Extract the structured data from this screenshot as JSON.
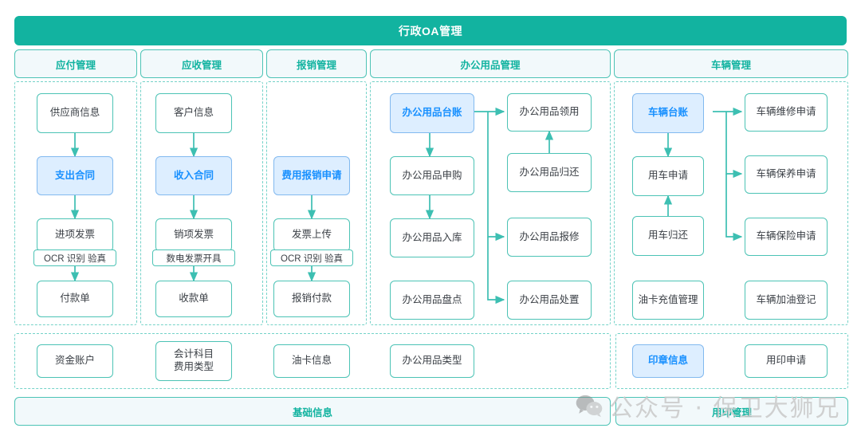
{
  "header": {
    "title": "行政OA管理"
  },
  "tabs": [
    {
      "label": "应付管理"
    },
    {
      "label": "应收管理"
    },
    {
      "label": "报销管理"
    },
    {
      "label": "办公用品管理"
    },
    {
      "label": "车辆管理"
    }
  ],
  "columns": {
    "payable": {
      "nodes": [
        {
          "label": "供应商信息",
          "highlight": false
        },
        {
          "label": "支出合同",
          "highlight": true
        },
        {
          "label": "进项发票",
          "highlight": false
        },
        {
          "label": "付款单",
          "highlight": false
        }
      ],
      "sublabel": "OCR 识别 验真"
    },
    "receivable": {
      "nodes": [
        {
          "label": "客户信息",
          "highlight": false
        },
        {
          "label": "收入合同",
          "highlight": true
        },
        {
          "label": "销项发票",
          "highlight": false
        },
        {
          "label": "收款单",
          "highlight": false
        }
      ],
      "sublabel": "数电发票开具"
    },
    "reimbursement": {
      "nodes": [
        {
          "label": "费用报销申请",
          "highlight": true
        },
        {
          "label": "发票上传",
          "highlight": false
        },
        {
          "label": "报销付款",
          "highlight": false
        }
      ],
      "sublabel": "OCR 识别 验真"
    },
    "office_supplies": {
      "left_nodes": [
        {
          "label": "办公用品台账",
          "highlight": true
        },
        {
          "label": "办公用品申购",
          "highlight": false
        },
        {
          "label": "办公用品入库",
          "highlight": false
        },
        {
          "label": "办公用品盘点",
          "highlight": false
        }
      ],
      "right_nodes": [
        {
          "label": "办公用品领用",
          "highlight": false
        },
        {
          "label": "办公用品归还",
          "highlight": false
        },
        {
          "label": "办公用品报修",
          "highlight": false
        },
        {
          "label": "办公用品处置",
          "highlight": false
        }
      ]
    },
    "vehicle": {
      "left_nodes": [
        {
          "label": "车辆台账",
          "highlight": true
        },
        {
          "label": "用车申请",
          "highlight": false
        },
        {
          "label": "用车归还",
          "highlight": false
        },
        {
          "label": "油卡充值管理",
          "highlight": false
        }
      ],
      "right_nodes": [
        {
          "label": "车辆维修申请",
          "highlight": false
        },
        {
          "label": "车辆保养申请",
          "highlight": false
        },
        {
          "label": "车辆保险申请",
          "highlight": false
        },
        {
          "label": "车辆加油登记",
          "highlight": false
        }
      ]
    }
  },
  "basics": {
    "nodes": [
      {
        "label": "资金账户",
        "line2": "",
        "highlight": false
      },
      {
        "label": "会计科目",
        "line2": "费用类型",
        "highlight": false
      },
      {
        "label": "油卡信息",
        "line2": "",
        "highlight": false
      },
      {
        "label": "办公用品类型",
        "line2": "",
        "highlight": false
      }
    ]
  },
  "seal": {
    "nodes": [
      {
        "label": "印章信息",
        "highlight": true
      },
      {
        "label": "用印申请",
        "highlight": false
      }
    ]
  },
  "bottom_bars": [
    {
      "label": "基础信息"
    },
    {
      "label": "用印管理"
    }
  ],
  "watermark": {
    "text": "公众号 · 保卫大狮兄",
    "icon": "wechat-icon"
  },
  "colors": {
    "brand_teal": "#12b3a0",
    "node_border": "#4cc3b5",
    "highlight_fill": "#ddeeff",
    "highlight_border": "#82b9ef",
    "highlight_text": "#1890ff",
    "tab_fill": "#f2f9fb",
    "dashed_border": "#74d2c8",
    "text": "#3a3f45"
  }
}
